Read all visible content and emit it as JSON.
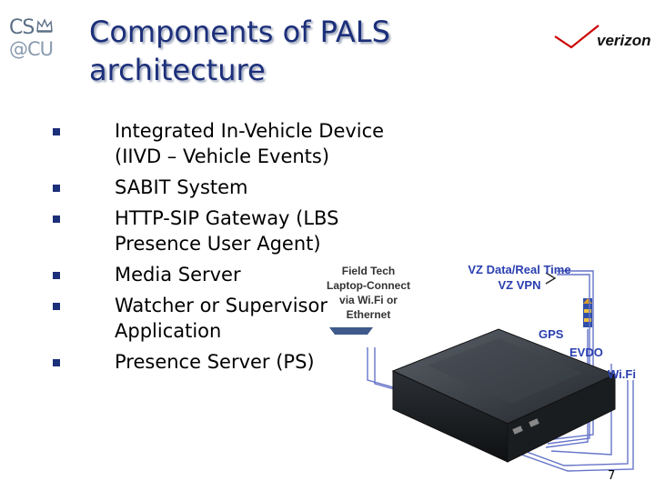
{
  "logo": {
    "line1": "CS",
    "line2": "@CU"
  },
  "title": {
    "line1": "Components of PALS",
    "line2": "architecture"
  },
  "brand": "verizon",
  "bullets": [
    {
      "line1": "Integrated In-Vehicle Device",
      "line2": "(IIVD – Vehicle Events)"
    },
    {
      "line1": "SABIT System",
      "line2": ""
    },
    {
      "line1": "HTTP-SIP Gateway (LBS",
      "line2": "Presence User Agent)"
    },
    {
      "line1": "Media  Server",
      "line2": ""
    },
    {
      "line1": "Watcher or Supervisor",
      "line2": "Application"
    },
    {
      "line1": "Presence Server (PS)",
      "line2": ""
    }
  ],
  "diagram": {
    "field_tech": {
      "line1": "Field Tech",
      "line2": "Laptop-Connect",
      "line3": "via Wi.Fi or",
      "line4": "Ethernet"
    },
    "vz": {
      "line1": "VZ Data/Real Time",
      "line2": "VZ VPN"
    },
    "gps": "GPS",
    "evdo": "EVDO",
    "wifi": "Wi.Fi"
  },
  "page_number": "7",
  "colors": {
    "title": "#1c2f7a",
    "bullet": "#1c2f7a",
    "diagram_label": "#2a3fb0",
    "brand_red": "#cc0000"
  }
}
